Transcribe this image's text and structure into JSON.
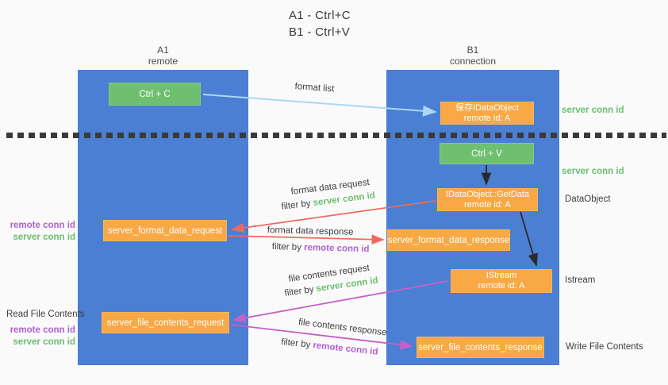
{
  "title": {
    "line1": "A1 - Ctrl+C",
    "line2": "B1 - Ctrl+V"
  },
  "columns": {
    "a1": {
      "name": "A1",
      "role": "remote"
    },
    "b1": {
      "name": "B1",
      "role": "connection"
    }
  },
  "nodes": {
    "ctrl_c": "Ctrl + C",
    "ctrl_v": "Ctrl + V",
    "save_dataobject": {
      "line1": "保存IDataObject",
      "line2": "remote id: A"
    },
    "getdata": {
      "line1": "IDataObject::GetData",
      "line2": "remote id: A"
    },
    "istream": {
      "line1": "IStream",
      "line2": "remote id: A"
    },
    "server_format_data_request": "server_format_data_request",
    "server_format_data_response": "server_format_data_response",
    "server_file_contents_request": "server_file_contents_request",
    "server_file_contents_response": "server_file_contents_response"
  },
  "arrow_labels": {
    "format_list": "format list",
    "format_data_request": "format data request",
    "format_data_response": "format data response",
    "file_contents_request": "file contents request",
    "file_contents_response": "file contents response",
    "filter_by": "filter by ",
    "server_conn_id": "server conn id",
    "remote_conn_id": "remote conn id"
  },
  "side_labels": {
    "server_conn_id": "server conn id",
    "remote_conn_id": "remote conn id",
    "dataobject": "DataObject",
    "istream": "Istream",
    "write_file_contents": "Write File Contents",
    "read_file_contents": "Read File Contents"
  },
  "colors": {
    "column_blue": "#4b7fd3",
    "node_green": "#6ebf70",
    "node_orange": "#f8a845",
    "arrow_light_blue": "#a9d7f5",
    "arrow_black": "#2a2a2a",
    "arrow_red": "#ef6a5e",
    "arrow_magenta": "#c75fc7",
    "label_green": "#6abf6e",
    "label_purple": "#b05fd0",
    "text_dark": "#3d3d3d"
  }
}
